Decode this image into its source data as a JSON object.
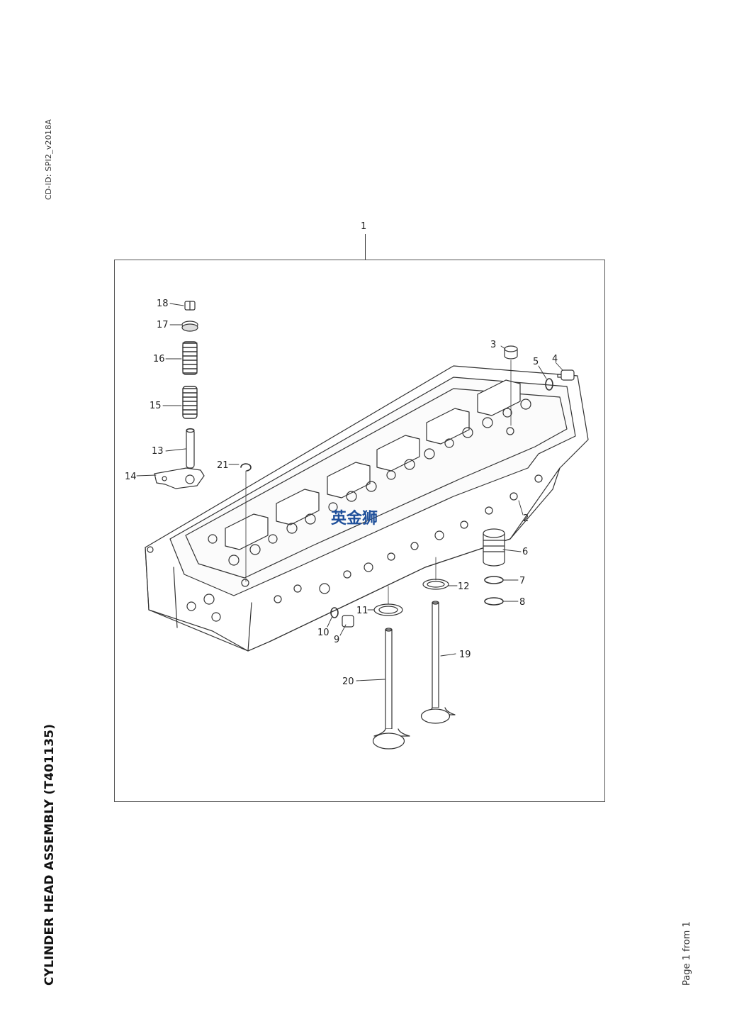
{
  "header": {
    "cd_id": "CD-ID: SPI2_v2018A"
  },
  "document": {
    "title": "CYLINDER HEAD ASSEMBLY (T401135)",
    "page_info": "Page 1 from 1"
  },
  "diagram": {
    "assembly_callout": "1",
    "watermark": "英金狮",
    "callouts": {
      "c2": "2",
      "c3": "3",
      "c4": "4",
      "c5": "5",
      "c6": "6",
      "c7": "7",
      "c8": "8",
      "c9": "9",
      "c10": "10",
      "c11": "11",
      "c12": "12",
      "c13": "13",
      "c14": "14",
      "c15": "15",
      "c16": "16",
      "c17": "17",
      "c18": "18",
      "c19": "19",
      "c20": "20",
      "c21": "21"
    }
  }
}
